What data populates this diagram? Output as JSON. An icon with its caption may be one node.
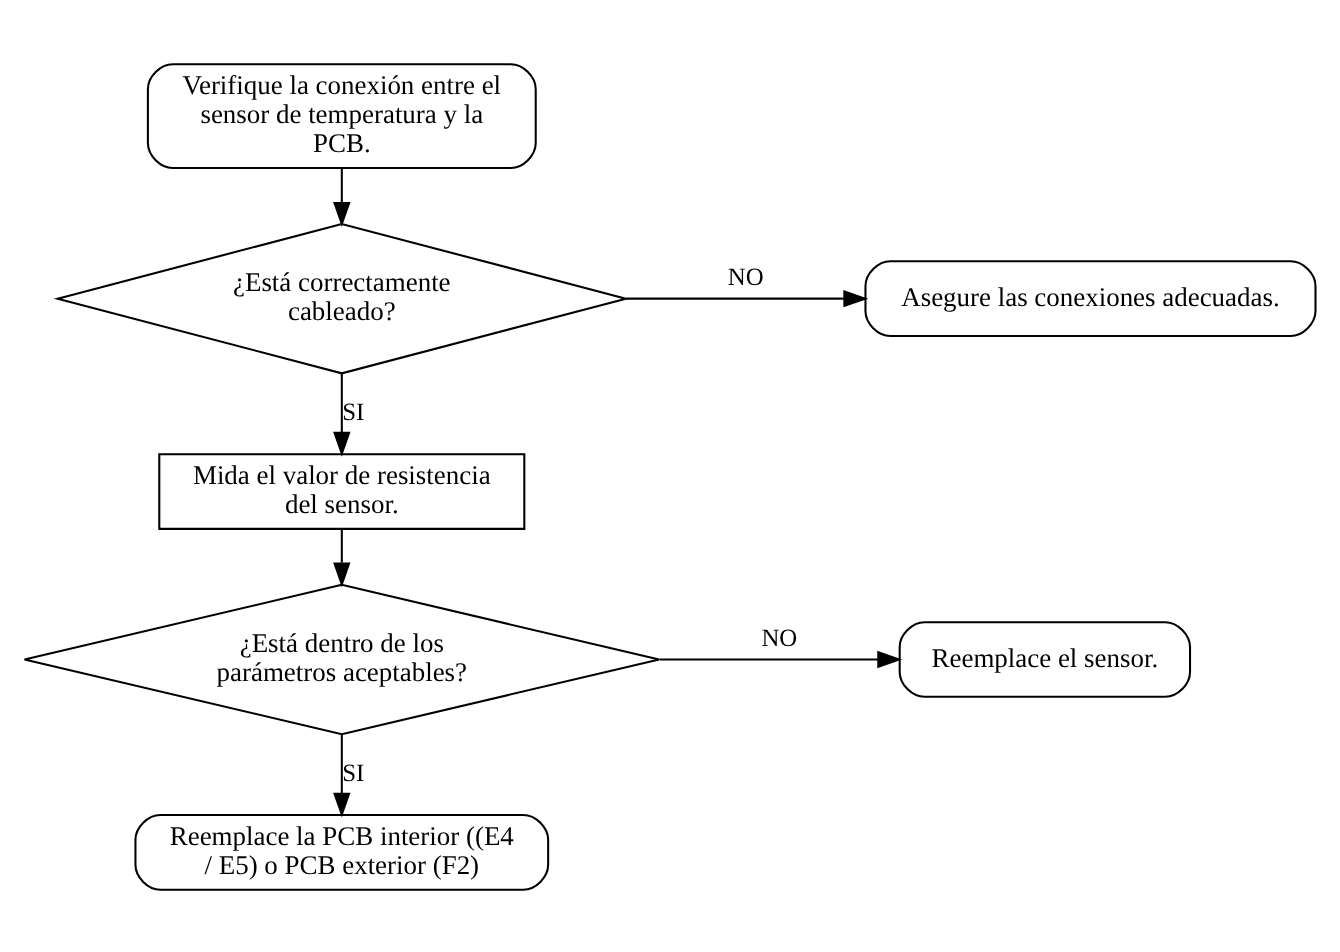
{
  "diagram": {
    "nodes": [
      {
        "text": [
          "Verifique la conexión entre el sensor de temperatura y la PCB."
        ]
      },
      {
        "text": [
          "¿Está correctamente cableado?"
        ]
      },
      {
        "text": [
          "Asegure las conexiones adecuadas."
        ]
      },
      {
        "text": [
          "Mida el valor de resistencia del sensor."
        ]
      },
      {
        "text": [
          "¿Está dentro de los parámetros aceptables?"
        ]
      },
      {
        "text": [
          "Reemplace el sensor."
        ]
      },
      {
        "text": [
          "Reemplace la PCB interior ((E4 / E5) o PCB exterior (F2)"
        ]
      }
    ],
    "edges": [
      {
        "from": 0,
        "to": 1,
        "arrow": "to"
      },
      {
        "from": 1,
        "to": 2,
        "label": "NO",
        "arrow": "to"
      },
      {
        "from": 1,
        "to": 3,
        "label": "SI",
        "arrow": "to"
      },
      {
        "from": 3,
        "to": 4,
        "arrow": "to"
      },
      {
        "from": 4,
        "to": 5,
        "label": "NO",
        "arrow": "to"
      },
      {
        "from": 4,
        "to": 6,
        "label": "SI",
        "arrow": "to"
      }
    ]
  }
}
